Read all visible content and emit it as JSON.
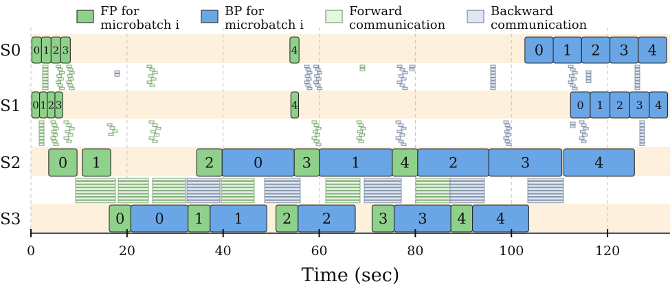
{
  "chart_data": {
    "type": "gantt",
    "xlabel": "Time (sec)",
    "xlim": [
      0,
      133
    ],
    "xticks": [
      0,
      20,
      40,
      60,
      80,
      100,
      120
    ],
    "xtick_labels": [
      "0",
      "20",
      "40",
      "60",
      "80",
      "100",
      "120"
    ],
    "grid": "vertical dashed at 20 sec intervals",
    "legend_position": "top",
    "legend": [
      {
        "key": "fp",
        "label_lines": [
          "FP for",
          "microbatch i"
        ]
      },
      {
        "key": "bp",
        "label_lines": [
          "BP for",
          "microbatch i"
        ]
      },
      {
        "key": "fwd",
        "label_lines": [
          "Forward",
          "communication"
        ]
      },
      {
        "key": "bwd",
        "label_lines": [
          "Backward",
          "communication"
        ]
      }
    ],
    "colors": {
      "fp": "#8fd18b",
      "bp": "#6aa6e6",
      "fwd": "#e6f5df",
      "bwd": "#dde6f2",
      "stage_band": "#fdf0dc",
      "outline": "#2a2a2a"
    },
    "stages": [
      {
        "name": "S0",
        "tasks": [
          {
            "kind": "fp",
            "label": "0",
            "start": 0.2,
            "end": 2.2
          },
          {
            "kind": "fp",
            "label": "1",
            "start": 2.2,
            "end": 4.2
          },
          {
            "kind": "fp",
            "label": "2",
            "start": 4.2,
            "end": 6.2
          },
          {
            "kind": "fp",
            "label": "3",
            "start": 6.2,
            "end": 8.2
          },
          {
            "kind": "fp",
            "label": "4",
            "start": 53.9,
            "end": 55.8
          },
          {
            "kind": "bp",
            "label": "0",
            "start": 102.8,
            "end": 108.7
          },
          {
            "kind": "bp",
            "label": "1",
            "start": 108.7,
            "end": 114.6
          },
          {
            "kind": "bp",
            "label": "2",
            "start": 114.6,
            "end": 120.5
          },
          {
            "kind": "bp",
            "label": "3",
            "start": 120.5,
            "end": 126.4
          },
          {
            "kind": "bp",
            "label": "4",
            "start": 126.4,
            "end": 132.3
          }
        ]
      },
      {
        "name": "S1",
        "tasks": [
          {
            "kind": "fp",
            "label": "0",
            "start": 0.2,
            "end": 1.8
          },
          {
            "kind": "fp",
            "label": "1",
            "start": 1.8,
            "end": 3.4
          },
          {
            "kind": "fp",
            "label": "2",
            "start": 3.4,
            "end": 5.0
          },
          {
            "kind": "fp",
            "label": "3",
            "start": 5.0,
            "end": 6.6
          },
          {
            "kind": "fp",
            "label": "4",
            "start": 54.1,
            "end": 55.7
          },
          {
            "kind": "bp",
            "label": "0",
            "start": 112.3,
            "end": 116.4
          },
          {
            "kind": "bp",
            "label": "1",
            "start": 116.4,
            "end": 120.5
          },
          {
            "kind": "bp",
            "label": "2",
            "start": 120.5,
            "end": 124.6
          },
          {
            "kind": "bp",
            "label": "3",
            "start": 124.6,
            "end": 128.7
          },
          {
            "kind": "bp",
            "label": "4",
            "start": 128.7,
            "end": 132.5
          }
        ]
      },
      {
        "name": "S2",
        "tasks": [
          {
            "kind": "fp",
            "label": "0",
            "start": 3.7,
            "end": 9.6
          },
          {
            "kind": "fp",
            "label": "1",
            "start": 10.7,
            "end": 16.6
          },
          {
            "kind": "fp",
            "label": "2",
            "start": 34.5,
            "end": 39.8
          },
          {
            "kind": "bp",
            "label": "0",
            "start": 39.8,
            "end": 54.8
          },
          {
            "kind": "fp",
            "label": "3",
            "start": 54.8,
            "end": 60.0
          },
          {
            "kind": "bp",
            "label": "1",
            "start": 60.0,
            "end": 75.2
          },
          {
            "kind": "fp",
            "label": "4",
            "start": 75.2,
            "end": 80.5
          },
          {
            "kind": "bp",
            "label": "2",
            "start": 80.5,
            "end": 95.3
          },
          {
            "kind": "bp",
            "label": "3",
            "start": 95.3,
            "end": 110.5
          },
          {
            "kind": "bp",
            "label": "4",
            "start": 110.9,
            "end": 125.6
          }
        ]
      },
      {
        "name": "S3",
        "tasks": [
          {
            "kind": "fp",
            "label": "0",
            "start": 16.3,
            "end": 20.8
          },
          {
            "kind": "bp",
            "label": "0",
            "start": 20.8,
            "end": 32.7
          },
          {
            "kind": "fp",
            "label": "1",
            "start": 32.7,
            "end": 37.3
          },
          {
            "kind": "bp",
            "label": "1",
            "start": 37.3,
            "end": 49.1
          },
          {
            "kind": "fp",
            "label": "2",
            "start": 51.0,
            "end": 55.6
          },
          {
            "kind": "bp",
            "label": "2",
            "start": 55.6,
            "end": 67.5
          },
          {
            "kind": "fp",
            "label": "3",
            "start": 71.0,
            "end": 75.6
          },
          {
            "kind": "bp",
            "label": "3",
            "start": 75.6,
            "end": 87.4
          },
          {
            "kind": "fp",
            "label": "4",
            "start": 87.4,
            "end": 91.9
          },
          {
            "kind": "bp",
            "label": "4",
            "start": 91.9,
            "end": 103.6
          }
        ]
      }
    ]
  }
}
